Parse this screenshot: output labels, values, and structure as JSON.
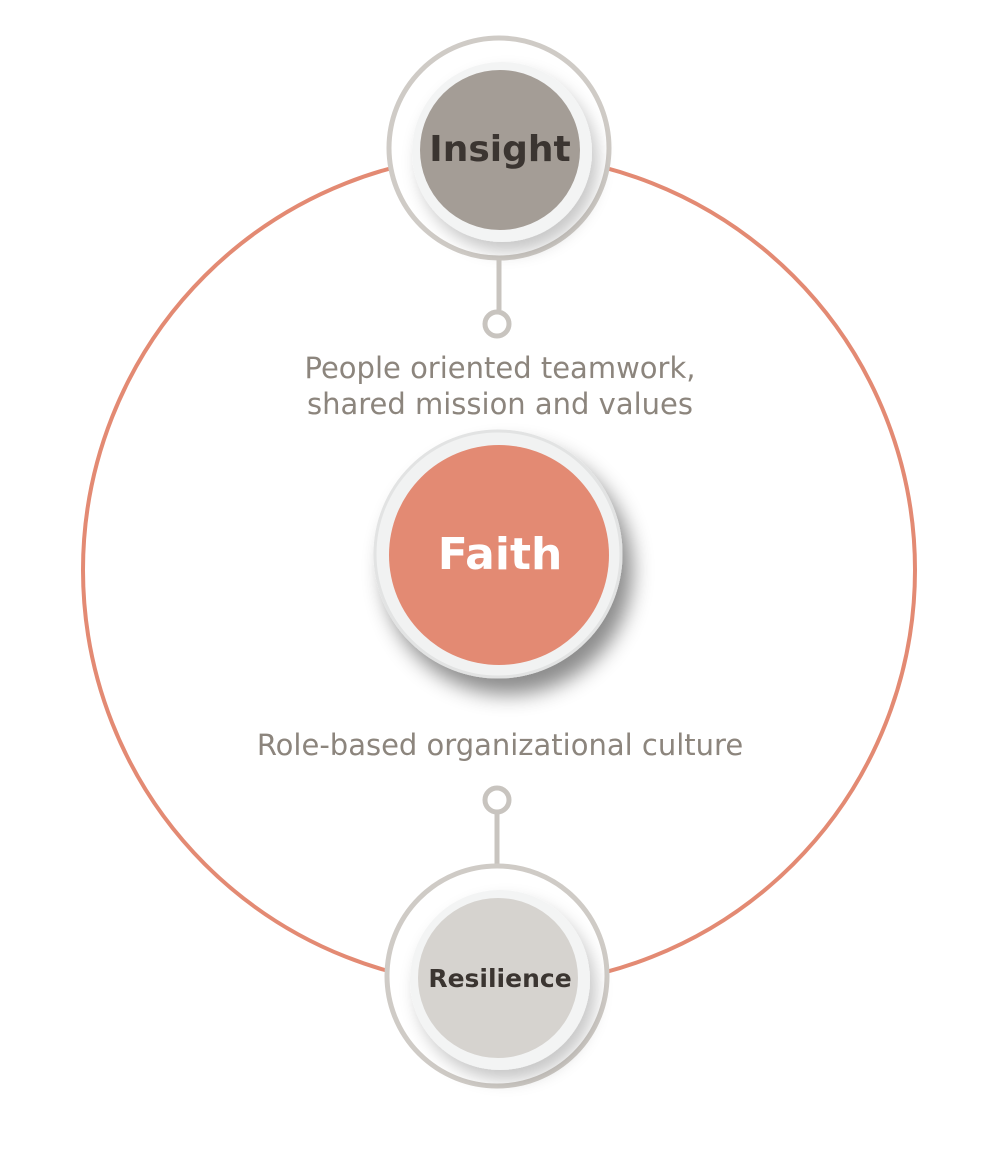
{
  "nodes": {
    "top": {
      "label": "Insight",
      "fill": "#a49d96",
      "text_color": "#3b3531"
    },
    "center": {
      "label": "Faith",
      "fill": "#e38a73",
      "text_color": "#ffffff"
    },
    "bottom": {
      "label": "Resilience",
      "fill": "#d6d3cf",
      "text_color": "#3b3531"
    }
  },
  "captions": {
    "upper_line1": "People oriented teamwork,",
    "upper_line2": "shared mission and values",
    "lower": "Role-based organizational culture"
  },
  "colors": {
    "outer_ring": "#e38a73",
    "frame_ring": "#cfcbc6",
    "connector": "#c8c4bf",
    "caption": "#8c857d"
  }
}
